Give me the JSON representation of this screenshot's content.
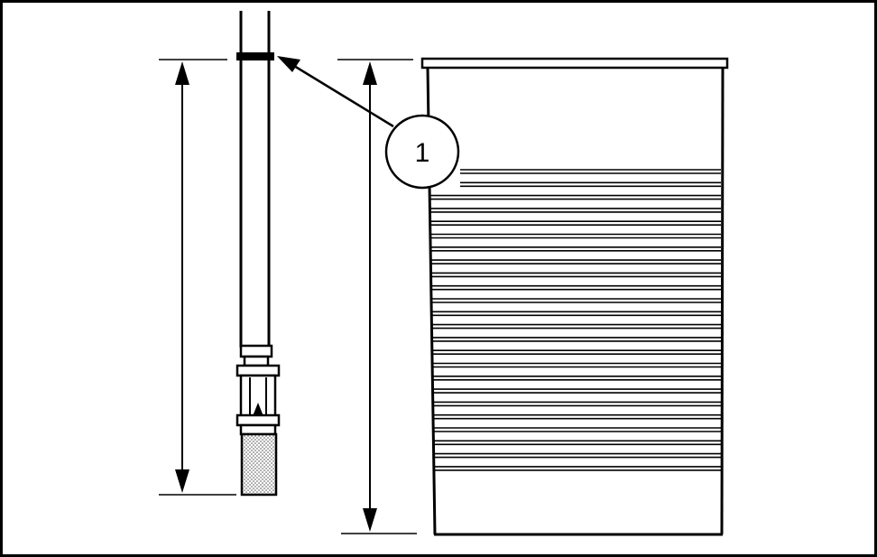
{
  "diagram": {
    "callouts": [
      {
        "number": "1",
        "target": "tube-mark-band"
      }
    ],
    "components": {
      "tube": "suction-tube",
      "strainer": "strainer-screen",
      "drum": "drum-container",
      "dimension_tube": "tube-length-dimension",
      "dimension_drum": "drum-height-dimension"
    },
    "colors": {
      "line": "#000000",
      "background": "#ffffff",
      "screen_fill": "#cfcfcf"
    }
  }
}
